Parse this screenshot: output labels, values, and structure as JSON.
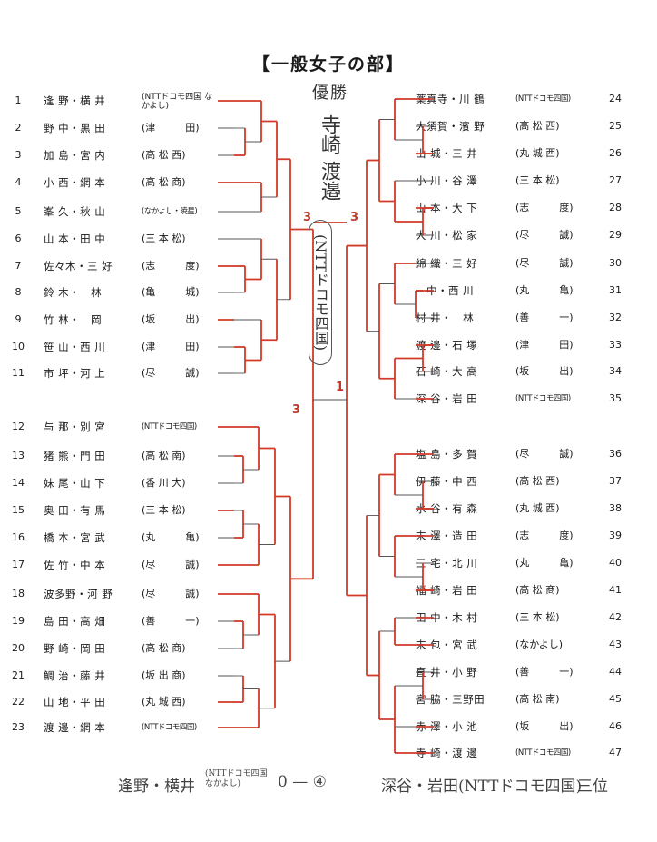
{
  "title": "【一般女子の部】",
  "left_entries": [
    {
      "no": "1",
      "names": "逢 野・横 井",
      "team": "(NTTドコモ四国 なかよし)",
      "two": true
    },
    {
      "no": "2",
      "names": "野 中・黒 田",
      "team": "(津　　　田)"
    },
    {
      "no": "3",
      "names": "加 島・宮 内",
      "team": "(高 松 西)"
    },
    {
      "no": "4",
      "names": "小 西・網 本",
      "team": "(高 松 商)"
    },
    {
      "no": "5",
      "names": "峯 久・秋 山",
      "team": "(なかよし・暁星)",
      "small": true
    },
    {
      "no": "6",
      "names": "山 本・田 中",
      "team": "(三 本 松)"
    },
    {
      "no": "7",
      "names": "佐々木・三 好",
      "team": "(志　　　度)"
    },
    {
      "no": "8",
      "names": "鈴 木・　林",
      "team": "(亀　　　城)"
    },
    {
      "no": "9",
      "names": "竹 林・　岡",
      "team": "(坂　　　出)"
    },
    {
      "no": "10",
      "names": "笹 山・西 川",
      "team": "(津　　　田)"
    },
    {
      "no": "11",
      "names": "市 坪・河 上",
      "team": "(尽　　　誠)"
    },
    {
      "no": "12",
      "names": "与 那・別 宮",
      "team": "(NTTドコモ四国)",
      "small": true
    },
    {
      "no": "13",
      "names": "猪 熊・門 田",
      "team": "(高 松 南)"
    },
    {
      "no": "14",
      "names": "妹 尾・山 下",
      "team": "(香 川 大)"
    },
    {
      "no": "15",
      "names": "奥 田・有 馬",
      "team": "(三 本 松)"
    },
    {
      "no": "16",
      "names": "橋 本・宮 武",
      "team": "(丸　　　亀)"
    },
    {
      "no": "17",
      "names": "佐 竹・中 本",
      "team": "(尽　　　誠)"
    },
    {
      "no": "18",
      "names": "波多野・河 野",
      "team": "(尽　　　誠)"
    },
    {
      "no": "19",
      "names": "島 田・高 畑",
      "team": "(善　　　一)"
    },
    {
      "no": "20",
      "names": "野 崎・岡 田",
      "team": "(高 松 商)"
    },
    {
      "no": "21",
      "names": "鯛 治・藤 井",
      "team": "(坂 出 商)"
    },
    {
      "no": "22",
      "names": "山 地・平 田",
      "team": "(丸 城 西)"
    },
    {
      "no": "23",
      "names": "渡 邊・網 本",
      "team": "(NTTドコモ四国)",
      "small": true
    }
  ],
  "right_entries": [
    {
      "no": "24",
      "names": "薬真寺・川 鶴",
      "team": "(NTTドコモ四国)",
      "small": true
    },
    {
      "no": "25",
      "names": "大須賀・濱 野",
      "team": "(高 松 西)"
    },
    {
      "no": "26",
      "names": "山 城・三 井",
      "team": "(丸 城 西)"
    },
    {
      "no": "27",
      "names": "小 川・谷 澤",
      "team": "(三 本 松)"
    },
    {
      "no": "28",
      "names": "山 本・大 下",
      "team": "(志　　　度)"
    },
    {
      "no": "29",
      "names": "大 川・松 家",
      "team": "(尽　　　誠)"
    },
    {
      "no": "30",
      "names": "綿 織・三 好",
      "team": "(尽　　　誠)"
    },
    {
      "no": "31",
      "names": "　中・西 川",
      "team": "(丸　　　亀)"
    },
    {
      "no": "32",
      "names": "村 井・　林",
      "team": "(善　　　一)"
    },
    {
      "no": "33",
      "names": "渡 邊・石 塚",
      "team": "(津　　　田)"
    },
    {
      "no": "34",
      "names": "石 崎・大 高",
      "team": "(坂　　　出)"
    },
    {
      "no": "35",
      "names": "深 谷・岩 田",
      "team": "(NTTドコモ四国)",
      "small": true
    },
    {
      "no": "36",
      "names": "塩 島・多 賀",
      "team": "(尽　　　誠)"
    },
    {
      "no": "37",
      "names": "伊 藤・中 西",
      "team": "(高 松 西)"
    },
    {
      "no": "38",
      "names": "水 谷・有 森",
      "team": "(丸 城 西)"
    },
    {
      "no": "39",
      "names": "末 澤・造 田",
      "team": "(志　　　度)"
    },
    {
      "no": "40",
      "names": "三 宅・北 川",
      "team": "(丸　　　亀)"
    },
    {
      "no": "41",
      "names": "福 崎・岩 田",
      "team": "(高 松 商)"
    },
    {
      "no": "42",
      "names": "田 中・木 村",
      "team": "(三 本 松)"
    },
    {
      "no": "43",
      "names": "末 包・宮 武",
      "team": "(なかよし)"
    },
    {
      "no": "44",
      "names": "直 井・小 野",
      "team": "(善　　　一)"
    },
    {
      "no": "45",
      "names": "宮 脇・三野田",
      "team": "(高 松 南)"
    },
    {
      "no": "46",
      "names": "赤 澤・小 池",
      "team": "(坂　　　出)"
    },
    {
      "no": "47",
      "names": "寺 崎・渡 邊",
      "team": "(NTTドコモ四国)",
      "small": true
    }
  ],
  "champion": {
    "label": "優勝",
    "names": "寺崎 渡邉",
    "team": "(NTTドコモ四国)",
    "score_left": "3",
    "score_right": "3",
    "score_bottom": "1",
    "score_lower": "3"
  },
  "third_place": {
    "left": "逢野・横井",
    "left_team": "(NTTドコモ四国 なかよし)",
    "score": "0 — ④",
    "right": "深谷・岩田(NTTドコモ四国)",
    "label": "三位"
  },
  "colors": {
    "winner_line": "#d23a2a",
    "loser_line": "#555555"
  }
}
